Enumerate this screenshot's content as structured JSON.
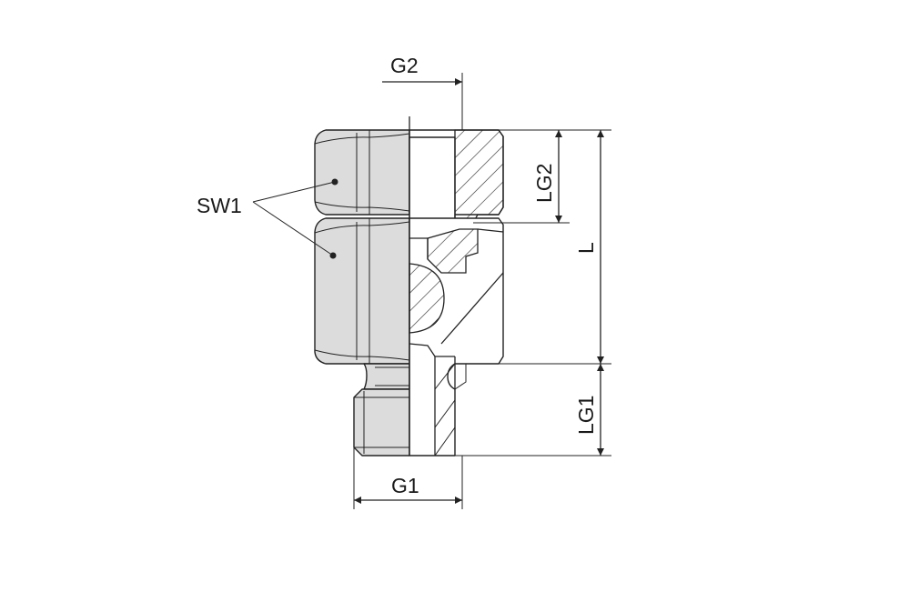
{
  "labels": {
    "g2": "G2",
    "g1": "G1",
    "lg2": "LG2",
    "lg1": "LG1",
    "l": "L",
    "sw1": "SW1"
  },
  "colors": {
    "part_fill": "#dcdcdc",
    "line": "#222222",
    "background": "#ffffff"
  }
}
